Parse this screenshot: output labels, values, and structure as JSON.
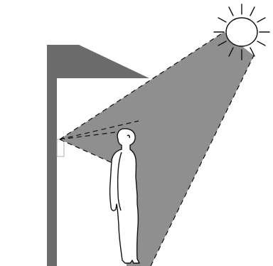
{
  "colors": {
    "background": "#ffffff",
    "structure": "#6b6b6b",
    "shadow_cone": "#8f8f8f",
    "outline": "#111111",
    "person_fill": "#ffffff",
    "sun_fill": "#ffffff"
  },
  "elements": {
    "sun": "sun-icon",
    "sun_rays": 12,
    "shade_canopy": "canopy",
    "support_post": "post",
    "light_beam": "sunlight-beam",
    "person": "standing-person"
  }
}
